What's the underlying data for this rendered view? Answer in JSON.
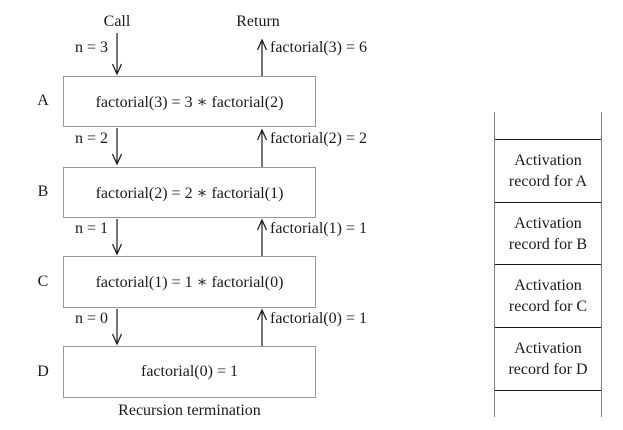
{
  "diagram": {
    "call_label": "Call",
    "return_label": "Return",
    "frames": [
      {
        "letter": "A",
        "expr": "factorial(3) = 3 ∗ factorial(2)",
        "call_arg": "n = 3",
        "return_value": "factorial(3) = 6"
      },
      {
        "letter": "B",
        "expr": "factorial(2) = 2 ∗ factorial(1)",
        "call_arg": "n = 2",
        "return_value": "factorial(2) = 2"
      },
      {
        "letter": "C",
        "expr": "factorial(1) = 1 ∗ factorial(0)",
        "call_arg": "n = 1",
        "return_value": "factorial(1) = 1"
      },
      {
        "letter": "D",
        "expr": "factorial(0) = 1",
        "call_arg": "n = 0",
        "return_value": "factorial(0) = 1"
      }
    ],
    "termination_label": "Recursion termination"
  },
  "stack": {
    "cells": [
      {
        "line1": "Activation",
        "line2": "record for A"
      },
      {
        "line1": "Activation",
        "line2": "record for B"
      },
      {
        "line1": "Activation",
        "line2": "record for C"
      },
      {
        "line1": "Activation",
        "line2": "record for D"
      }
    ]
  },
  "colors": {
    "background": "#ffffff",
    "text": "#1a1a1a",
    "arrow_line": "#1a1a1a",
    "box_border": "#999999",
    "stack_rail": "#808080",
    "stack_divider": "#1a1a1a"
  }
}
